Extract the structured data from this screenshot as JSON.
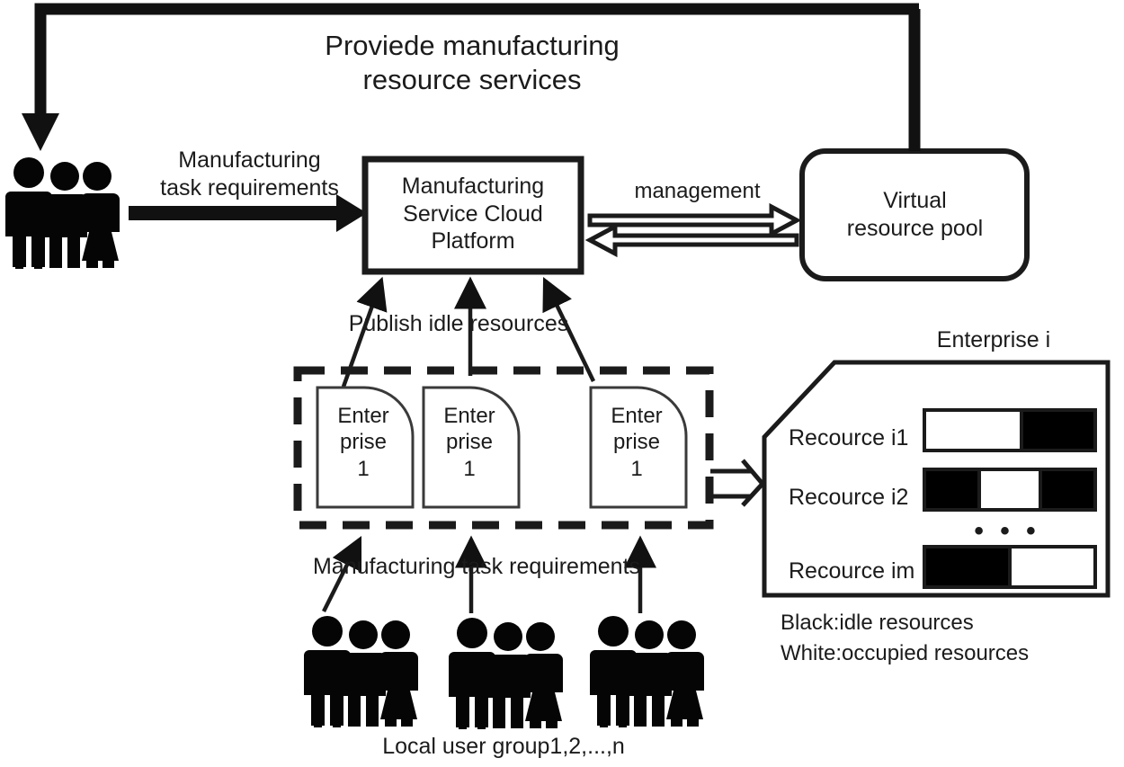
{
  "title": "Proviede manufacturing\nresource services",
  "nodes": {
    "cloud_platform": "Manufacturing\nService Cloud\nPlatform",
    "virtual_pool": "Virtual\nresource pool",
    "enterprise_panel_title": "Enterprise i"
  },
  "edge_labels": {
    "task_requirements_top": "Manufacturing\ntask requirements",
    "management": "management",
    "publish_idle": "Publish idle resources",
    "task_requirements_bottom": "Manufacturing task requirements"
  },
  "enterprise_cards": [
    {
      "label": "Enter\nprise\n1"
    },
    {
      "label": "Enter\nprise\n1"
    },
    {
      "label": "Enter\nprise\n1"
    }
  ],
  "resources": [
    {
      "label": "Recource i1",
      "segments": [
        {
          "fill": "white",
          "pct": 57
        },
        {
          "fill": "black",
          "pct": 43
        }
      ]
    },
    {
      "label": "Recource i2",
      "segments": [
        {
          "fill": "black",
          "pct": 32
        },
        {
          "fill": "white",
          "pct": 36
        },
        {
          "fill": "black",
          "pct": 32
        }
      ]
    },
    {
      "label": "Recource im",
      "segments": [
        {
          "fill": "black",
          "pct": 50
        },
        {
          "fill": "white",
          "pct": 50
        }
      ]
    }
  ],
  "resources_ellipsis": "• • •",
  "legend": {
    "black": "Black:idle resources",
    "white": "White:occupied resources"
  },
  "user_groups": {
    "caption": "Local user group1,2,...,n",
    "count": 3
  },
  "colors": {
    "stroke": "#1b1b1b",
    "fill_black": "#000000",
    "fill_white": "#ffffff",
    "background": "#ffffff"
  },
  "icons": {
    "top_consumer_group": "people-group-icon",
    "local_user_group": "people-group-icon"
  }
}
